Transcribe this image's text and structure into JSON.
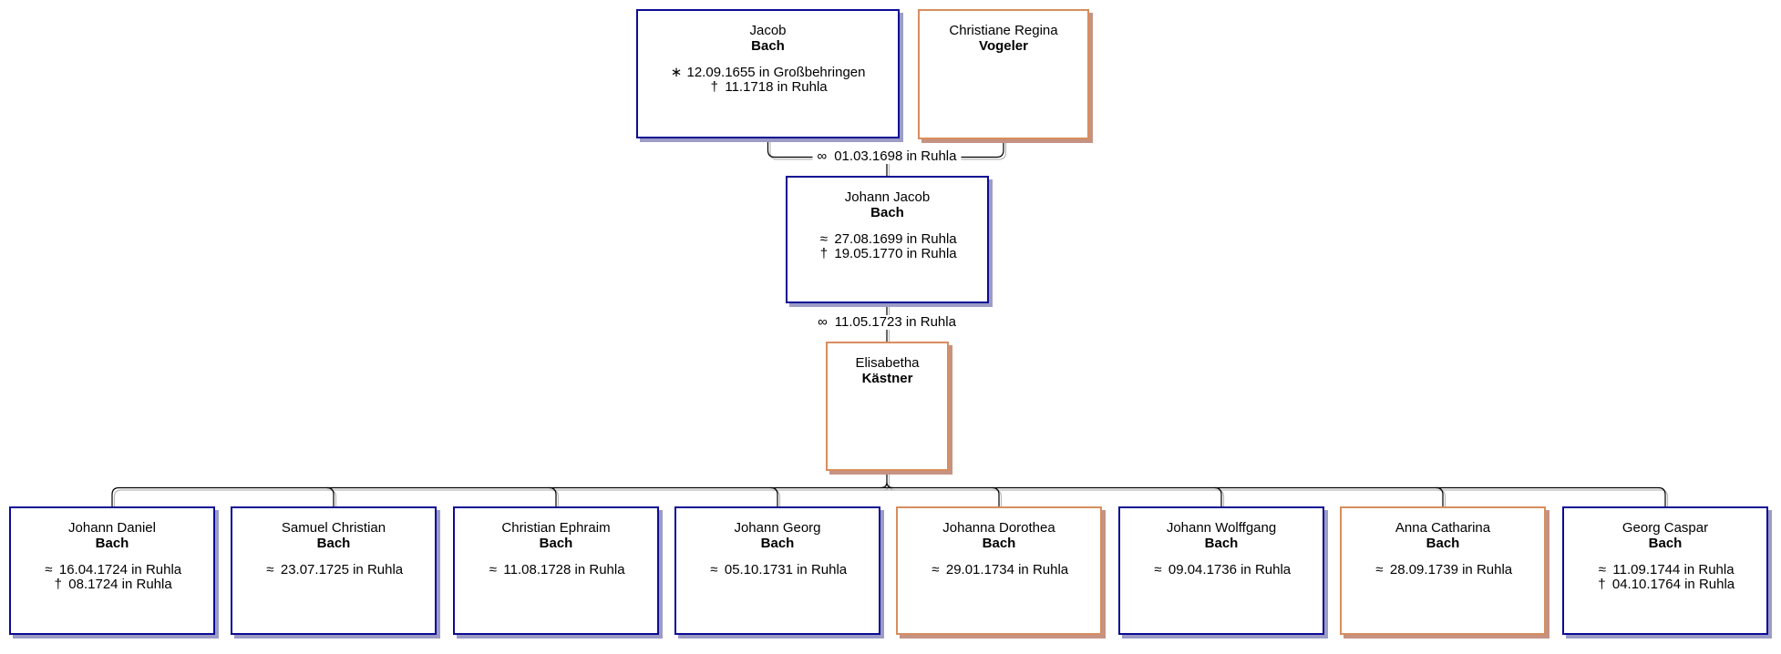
{
  "palette": {
    "male_border": "#0c0c94",
    "male_shadow": "#9c9cc6",
    "female_border": "#d78e5e",
    "female_shadow": "#c59283",
    "line": "#000000",
    "line_shadow": "#b9b9b9",
    "background": "#ffffff"
  },
  "marriages": [
    {
      "symbol": "∞",
      "text": "01.03.1698 in Ruhla"
    },
    {
      "symbol": "∞",
      "text": "11.05.1723 in Ruhla"
    }
  ],
  "persons": {
    "jacob": {
      "given": "Jacob",
      "surname": "Bach",
      "sex": "m",
      "events": [
        {
          "symbol": "∗",
          "text": "12.09.1655 in Großbehringen"
        },
        {
          "symbol": "†",
          "text": "11.1718 in Ruhla"
        }
      ]
    },
    "christiane": {
      "given": "Christiane Regina",
      "surname": "Vogeler",
      "sex": "f",
      "events": []
    },
    "johann_jacob": {
      "given": "Johann Jacob",
      "surname": "Bach",
      "sex": "m",
      "events": [
        {
          "symbol": "≈",
          "text": "27.08.1699 in Ruhla"
        },
        {
          "symbol": "†",
          "text": "19.05.1770 in Ruhla"
        }
      ]
    },
    "elisabetha": {
      "given": "Elisabetha",
      "surname": "Kästner",
      "sex": "f",
      "events": []
    }
  },
  "children": [
    {
      "given": "Johann Daniel",
      "surname": "Bach",
      "sex": "m",
      "events": [
        {
          "symbol": "≈",
          "text": "16.04.1724 in Ruhla"
        },
        {
          "symbol": "†",
          "text": "08.1724 in Ruhla"
        }
      ]
    },
    {
      "given": "Samuel Christian",
      "surname": "Bach",
      "sex": "m",
      "events": [
        {
          "symbol": "≈",
          "text": "23.07.1725 in Ruhla"
        }
      ]
    },
    {
      "given": "Christian Ephraim",
      "surname": "Bach",
      "sex": "m",
      "events": [
        {
          "symbol": "≈",
          "text": "11.08.1728 in Ruhla"
        }
      ]
    },
    {
      "given": "Johann Georg",
      "surname": "Bach",
      "sex": "m",
      "events": [
        {
          "symbol": "≈",
          "text": "05.10.1731 in Ruhla"
        }
      ]
    },
    {
      "given": "Johanna Dorothea",
      "surname": "Bach",
      "sex": "f",
      "events": [
        {
          "symbol": "≈",
          "text": "29.01.1734 in Ruhla"
        }
      ]
    },
    {
      "given": "Johann Wolffgang",
      "surname": "Bach",
      "sex": "m",
      "events": [
        {
          "symbol": "≈",
          "text": "09.04.1736 in Ruhla"
        }
      ]
    },
    {
      "given": "Anna Catharina",
      "surname": "Bach",
      "sex": "f",
      "events": [
        {
          "symbol": "≈",
          "text": "28.09.1739 in Ruhla"
        }
      ]
    },
    {
      "given": "Georg Caspar",
      "surname": "Bach",
      "sex": "m",
      "events": [
        {
          "symbol": "≈",
          "text": "11.09.1744 in Ruhla"
        },
        {
          "symbol": "†",
          "text": "04.10.1764 in Ruhla"
        }
      ]
    }
  ]
}
